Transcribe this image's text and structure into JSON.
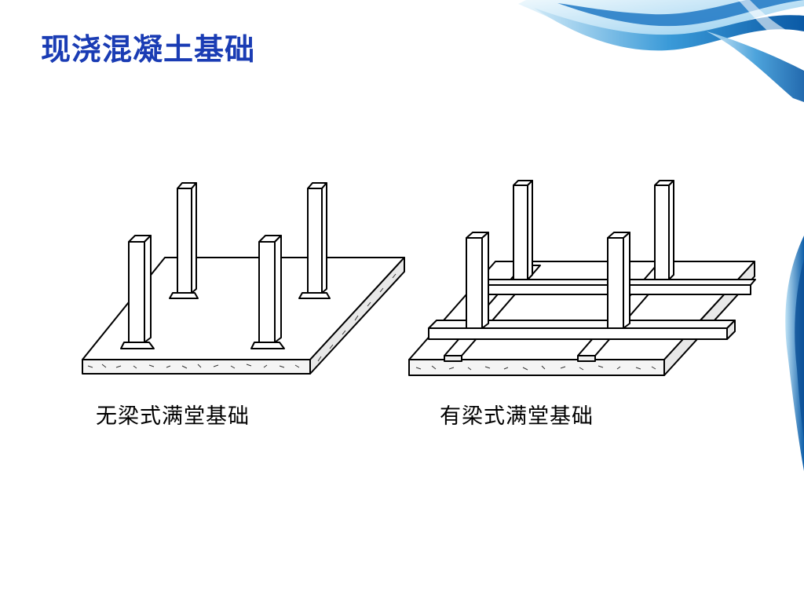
{
  "slide": {
    "title": "现浇混凝土基础"
  },
  "figures": [
    {
      "caption": "无梁式满堂基础"
    },
    {
      "caption": "有梁式满堂基础"
    }
  ],
  "colors": {
    "title": "#1a3cb4",
    "swirl_dark": "#0e5fa8",
    "swirl_light": "#8fd0f2"
  }
}
